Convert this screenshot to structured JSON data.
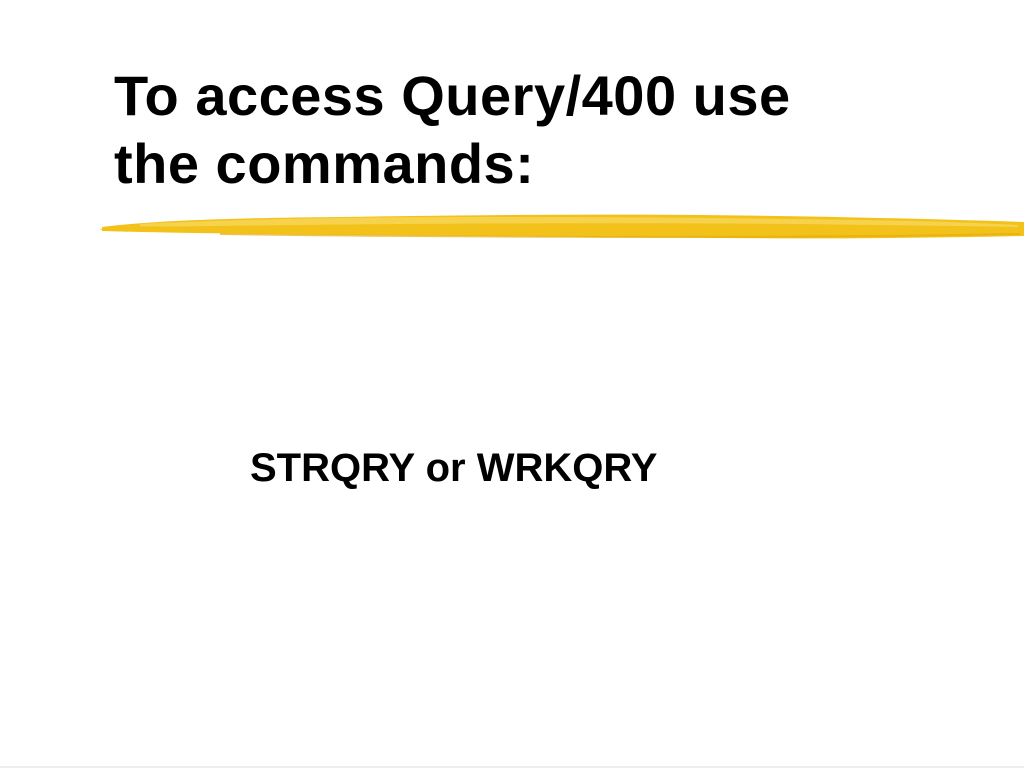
{
  "slide": {
    "title_lines": [
      "To access Query/400 use",
      "the commands:"
    ],
    "body_text": "STRQRY or WRKQRY",
    "colors": {
      "background": "#ffffff",
      "text": "#000000",
      "underline_main": "#f2c21b",
      "underline_light": "#f7d75a",
      "underline_dark": "#e6ad0c"
    }
  }
}
